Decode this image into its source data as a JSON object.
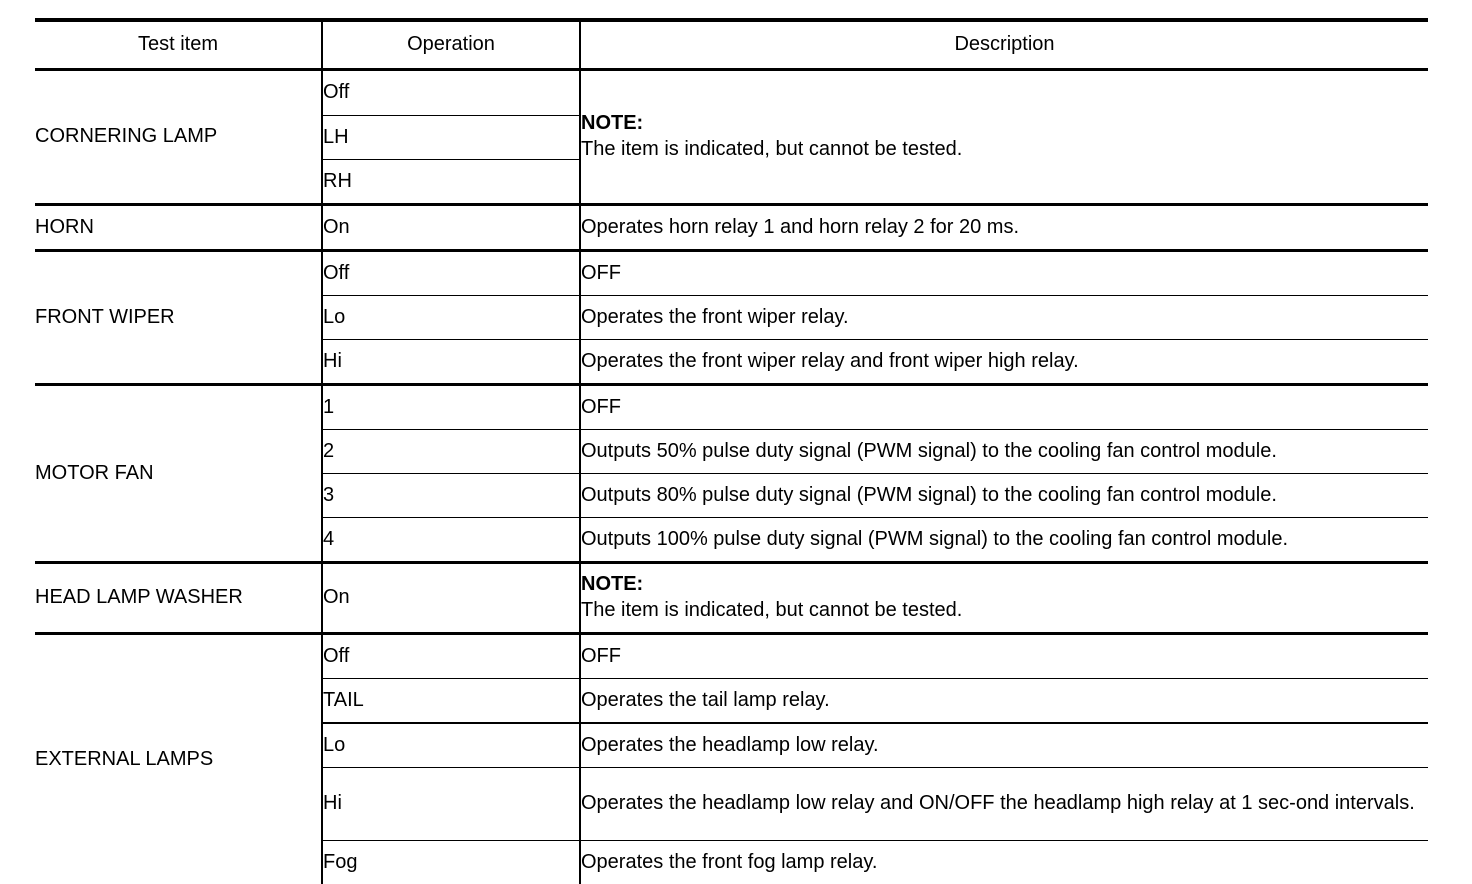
{
  "table": {
    "headers": {
      "test_item": "Test item",
      "operation": "Operation",
      "description": "Description"
    },
    "note_label": "NOTE:",
    "note_text": "The item is indicated, but cannot be tested.",
    "groups": [
      {
        "test_item": "CORNERING LAMP",
        "rows": [
          {
            "operation": "Off",
            "description": ""
          },
          {
            "operation": "LH",
            "description": ""
          },
          {
            "operation": "RH",
            "description": ""
          }
        ],
        "merged_description": {
          "note_label": "NOTE:",
          "note_text": "The item is indicated, but cannot be tested."
        }
      },
      {
        "test_item": "HORN",
        "rows": [
          {
            "operation": "On",
            "description": "Operates horn relay 1 and horn relay 2 for 20 ms."
          }
        ]
      },
      {
        "test_item": "FRONT WIPER",
        "rows": [
          {
            "operation": "Off",
            "description": "OFF"
          },
          {
            "operation": "Lo",
            "description": "Operates the front wiper relay."
          },
          {
            "operation": "Hi",
            "description": "Operates the front wiper relay and front wiper high relay."
          }
        ]
      },
      {
        "test_item": "MOTOR FAN",
        "rows": [
          {
            "operation": "1",
            "description": "OFF"
          },
          {
            "operation": "2",
            "description": "Outputs 50% pulse duty signal (PWM signal) to the cooling fan control module."
          },
          {
            "operation": "3",
            "description": "Outputs 80% pulse duty signal (PWM signal) to the cooling fan control module."
          },
          {
            "operation": "4",
            "description": "Outputs 100% pulse duty signal (PWM signal) to the cooling fan control module."
          }
        ]
      },
      {
        "test_item": "HEAD LAMP WASHER",
        "rows": [
          {
            "operation": "On",
            "description": ""
          }
        ],
        "merged_description": {
          "note_label": "NOTE:",
          "note_text": "The item is indicated, but cannot be tested."
        }
      },
      {
        "test_item": "EXTERNAL LAMPS",
        "rows": [
          {
            "operation": "Off",
            "description": "OFF"
          },
          {
            "operation": "TAIL",
            "description": "Operates the tail lamp relay."
          },
          {
            "operation": "Lo",
            "description": "Operates the headlamp low relay."
          },
          {
            "operation": "Hi",
            "description": "Operates the headlamp low relay and ON/OFF the headlamp high relay at 1 sec-ond intervals."
          },
          {
            "operation": "Fog",
            "description": "Operates the front fog lamp relay."
          }
        ]
      }
    ]
  }
}
